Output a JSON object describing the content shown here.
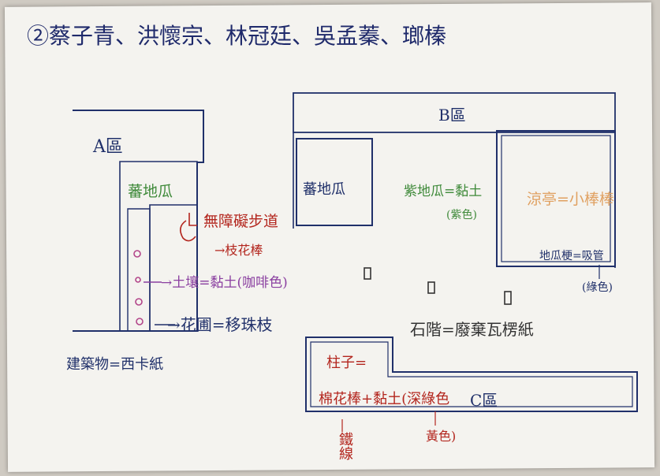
{
  "title": "②蔡子青、洪懷宗、林冠廷、吳孟蓁、瑯榛",
  "zones": {
    "a": "A區",
    "b": "B區",
    "c": "C區"
  },
  "labels": {
    "a_garden": "蕃地瓜",
    "accessible_path": "無障礙步道",
    "wood_stick": "→枝花棒",
    "soil_clay": "→土壤=黏土(咖啡色)",
    "flower_bed": "→花圃=移珠枝",
    "building": "建築物=西卡紙",
    "b_left": "蕃地瓜",
    "b_mid": "紫地瓜=黏土",
    "b_mid_note": "(紫色)",
    "b_right": "涼亭=小棒棒",
    "b_right_bottom": "地瓜梗=吸管",
    "b_right_note": "(綠色)",
    "stairs": "石階=廢棄瓦楞紙",
    "pillar": "柱子=",
    "pillar_material": "棉花棒+黏土(深綠色",
    "iron_wire": "鐵線",
    "yellow": "黃色)"
  },
  "colors": {
    "ink_blue": "#20306a",
    "green": "#3f8a3a",
    "red": "#b3261e",
    "purple": "#8a3fa0",
    "orange": "#e0a060",
    "paper": "#f4f3ef"
  }
}
